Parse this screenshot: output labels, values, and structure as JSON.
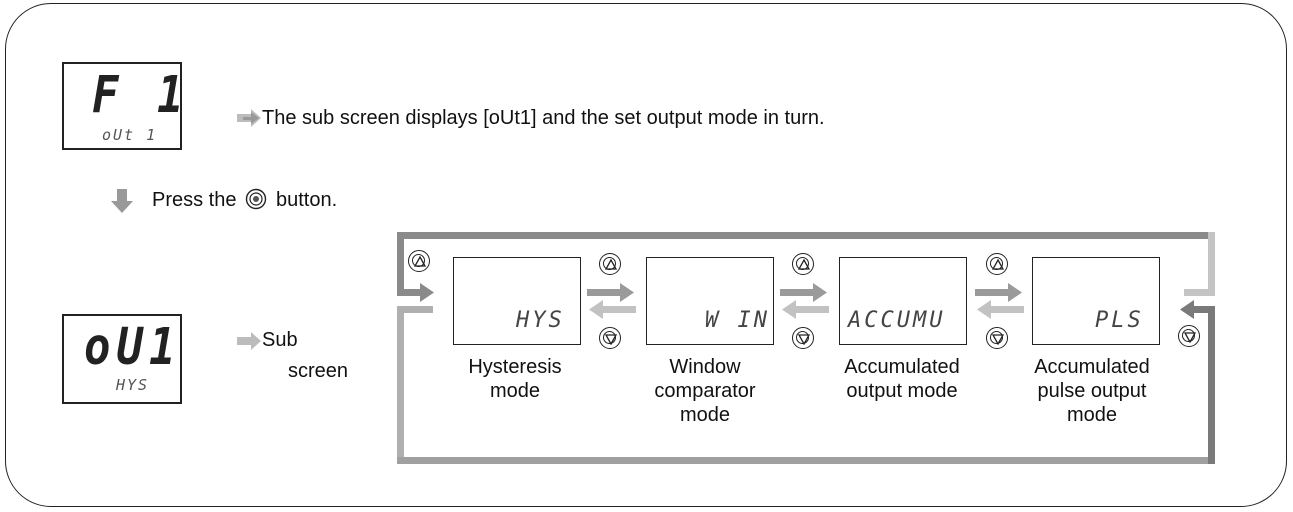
{
  "step1": {
    "display_main": "F 1",
    "display_sub": "oUt 1",
    "description": "The sub screen displays [oUt1] and the set output mode in turn."
  },
  "press": {
    "text_before": "Press the",
    "text_after": "button.",
    "button_icon": "select-button-icon"
  },
  "step2": {
    "display_main": "oU1",
    "display_sub": "HYS",
    "label_line1": "Sub",
    "label_line2": "screen"
  },
  "modes": [
    {
      "display": "HYS",
      "caption": [
        "Hysteresis",
        "mode"
      ]
    },
    {
      "display": "W IN",
      "caption": [
        "Window",
        "comparator",
        "mode"
      ]
    },
    {
      "display": "ACCUMU",
      "caption": [
        "Accumulated",
        "output mode"
      ]
    },
    {
      "display": "PLS",
      "caption": [
        "Accumulated",
        "pulse output",
        "mode"
      ]
    }
  ],
  "buttons": {
    "up_icon": "up-button-icon",
    "down_icon": "down-button-icon"
  },
  "colors": {
    "arrow_dark": "#777777",
    "arrow_light": "#c8c8c8",
    "outline": "#222222"
  }
}
